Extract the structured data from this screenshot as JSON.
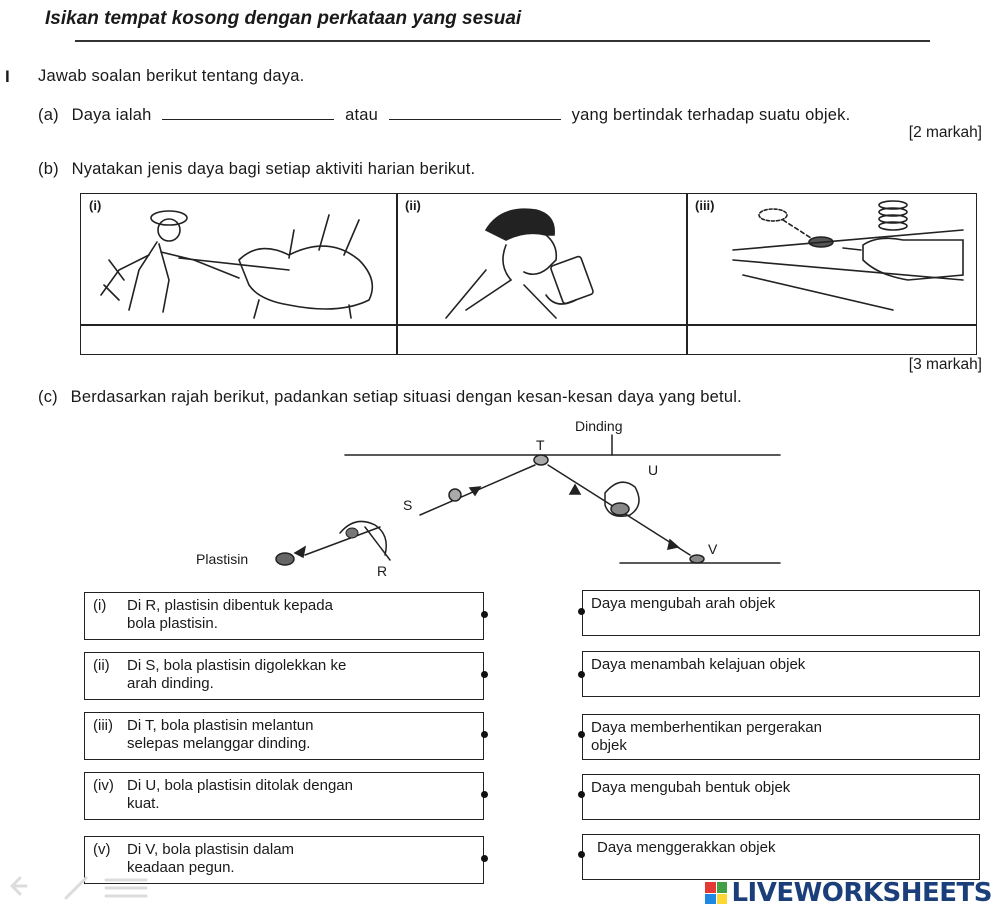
{
  "instruction": "Isikan tempat kosong dengan perkataan yang sesuai",
  "question_number": "I",
  "question_stem": "Jawab soalan berikut tentang daya.",
  "part_a": {
    "label": "(a)",
    "text_1": "Daya ialah",
    "text_2": "atau",
    "text_3": "yang bertindak terhadap suatu objek.",
    "marks": "[2 markah]"
  },
  "part_b": {
    "label": "(b)",
    "text": "Nyatakan jenis daya bagi setiap aktiviti harian berikut.",
    "pictures": [
      "(i)",
      "(ii)",
      "(iii)"
    ],
    "marks": "[3 markah]"
  },
  "part_c": {
    "label": "(c)",
    "text": "Berdasarkan rajah berikut, padankan setiap situasi dengan kesan-kesan daya yang betul.",
    "diagram": {
      "wall_label": "Dinding",
      "start_label": "Plastisin",
      "points": [
        "R",
        "S",
        "T",
        "U",
        "V"
      ]
    },
    "situations": [
      {
        "num": "(i)",
        "line1": "Di R, plastisin dibentuk kepada",
        "line2": "bola plastisin."
      },
      {
        "num": "(ii)",
        "line1": "Di S, bola plastisin digolekkan ke",
        "line2": "arah dinding."
      },
      {
        "num": "(iii)",
        "line1": "Di T, bola plastisin melantun",
        "line2": "selepas melanggar dinding."
      },
      {
        "num": "(iv)",
        "line1": "Di U, bola plastisin ditolak dengan",
        "line2": "kuat."
      },
      {
        "num": "(v)",
        "line1": "Di V, bola plastisin dalam",
        "line2": "keadaan pegun."
      }
    ],
    "effects": [
      {
        "line1": "Daya mengubah arah objek",
        "line2": ""
      },
      {
        "line1": "Daya menambah kelajuan objek",
        "line2": ""
      },
      {
        "line1": "Daya memberhentikan pergerakan",
        "line2": "objek"
      },
      {
        "line1": "Daya mengubah bentuk objek",
        "line2": ""
      },
      {
        "line1": "Daya menggerakkan objek",
        "line2": ""
      }
    ]
  },
  "watermark": {
    "brand": "LIVEWORKSHEETS",
    "colors": [
      "#e53935",
      "#43a047",
      "#1e88e5",
      "#fdd835"
    ]
  }
}
